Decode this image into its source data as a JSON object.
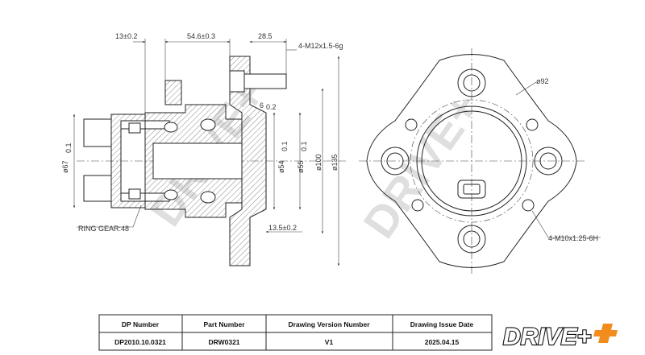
{
  "drawing": {
    "side_view_dims": {
      "d1": "13±0.2",
      "d2": "54.6±0.3",
      "d3": "28.5",
      "thread_stud": "4-M12x1.5-6g",
      "d_6": "6",
      "d_6_tol": "0.2",
      "d_67": "ø67",
      "d_67_tol": "0.1",
      "d_54": "ø54",
      "d_54_tol": "0.1",
      "d_55": "ø55",
      "d_55_tol": "0.1",
      "d_100": "ø100",
      "d_135": "ø135",
      "d_13_5": "13.5±0.2",
      "ring_gear": "RING GEAR:48"
    },
    "front_view_dims": {
      "d_92": "ø92",
      "thread_holes": "4-M10x1.25-6H"
    },
    "watermark": "DRIVE+"
  },
  "title_block": {
    "headers": [
      "DP Number",
      "Part Number",
      "Drawing Version Number",
      "Drawing Issue Date"
    ],
    "values": [
      "DP2010.10.0321",
      "DRW0321",
      "V1",
      "2025.04.15"
    ]
  },
  "logo": {
    "text": "DRIVE+",
    "accent_color": "#f28c1c",
    "color": "#111111"
  }
}
